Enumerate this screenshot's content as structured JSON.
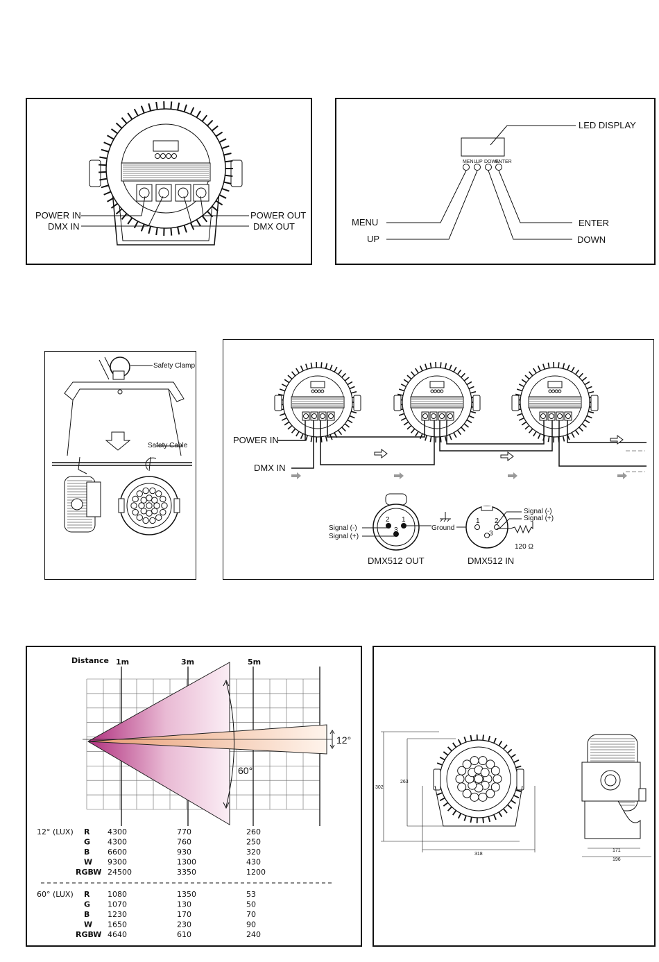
{
  "panel1": {
    "power_in": "POWER IN",
    "dmx_in": "DMX IN",
    "power_out": "POWER OUT",
    "dmx_out": "DMX OUT"
  },
  "panel2": {
    "led_display": "LED DISPLAY",
    "menu": "MENU",
    "up": "UP",
    "enter": "ENTER",
    "down": "DOWN",
    "btn_menu": "MENU",
    "btn_up": "UP",
    "btn_down": "DOWN",
    "btn_enter": "ENTER"
  },
  "rigging": {
    "safety_clamp": "Safety  Clamp",
    "safety_cable": "Safety  Cable"
  },
  "wiring": {
    "power_in": "POWER IN",
    "dmx_in": "DMX IN",
    "signal_minus": "Signal (-)",
    "signal_plus": "Signal (+)",
    "ground": "Ground",
    "pin1": "1",
    "pin2": "2",
    "pin3": "3",
    "resistor": "120 Ω",
    "dmx_out_label": "DMX512 OUT",
    "dmx_in_label": "DMX512 IN"
  },
  "photometric": {
    "distance": "Distance",
    "d1": "1m",
    "d3": "3m",
    "d5": "5m",
    "angle12": "12°",
    "angle60": "60°",
    "table12_title": "12° (LUX)",
    "table60_title": "60° (LUX)",
    "table12": [
      {
        "c": "R",
        "v1": "4300",
        "v3": "770",
        "v5": "260"
      },
      {
        "c": "G",
        "v1": "4300",
        "v3": "760",
        "v5": "250"
      },
      {
        "c": "B",
        "v1": "6600",
        "v3": "930",
        "v5": "320"
      },
      {
        "c": "W",
        "v1": "9300",
        "v3": "1300",
        "v5": "430"
      },
      {
        "c": "RGBW",
        "v1": "24500",
        "v3": "3350",
        "v5": "1200"
      }
    ],
    "table60": [
      {
        "c": "R",
        "v1": "1080",
        "v3": "1350",
        "v5": "53"
      },
      {
        "c": "G",
        "v1": "1070",
        "v3": "130",
        "v5": "50"
      },
      {
        "c": "B",
        "v1": "1230",
        "v3": "170",
        "v5": "70"
      },
      {
        "c": "W",
        "v1": "1650",
        "v3": "230",
        "v5": "90"
      },
      {
        "c": "RGBW",
        "v1": "4640",
        "v3": "610",
        "v5": "240"
      }
    ]
  },
  "dimensions": {
    "h_outer": "302",
    "h_inner": "263",
    "w_front": "318",
    "w_side_inner": "171",
    "w_side_outer": "196"
  },
  "colors": {
    "beam60": "#b0307e",
    "beam12": "#e8a878"
  }
}
